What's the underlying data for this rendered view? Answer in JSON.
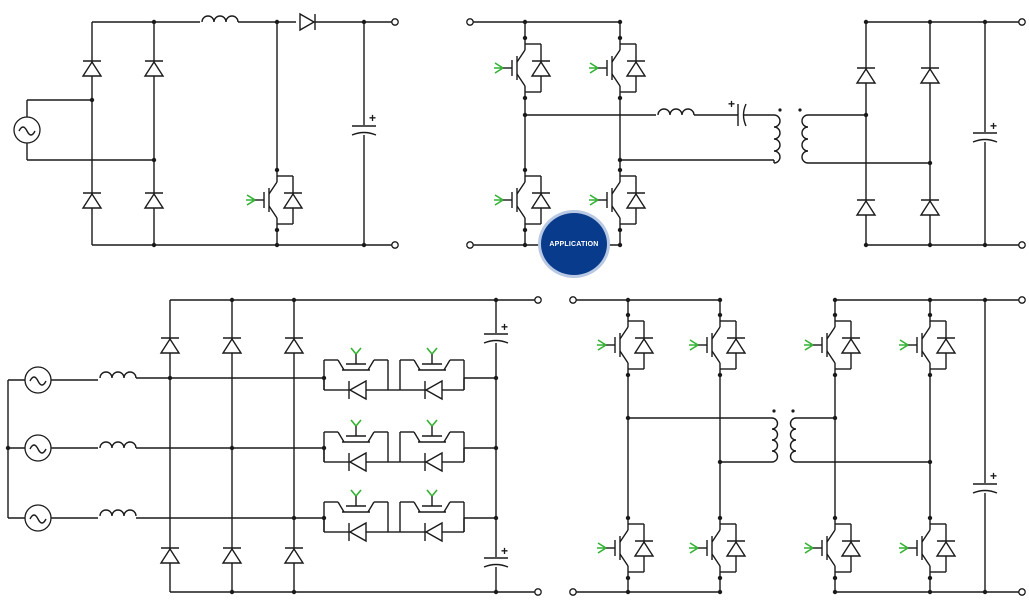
{
  "badge": {
    "label": "APPLICATION"
  },
  "colors": {
    "wire": "#1a1a1a",
    "gate": "#33b233",
    "badge": "#083b8c"
  },
  "capacitor_marker": "+",
  "circuits": [
    "single-phase-pfc-boost",
    "series-resonant-full-bridge-dc-dc",
    "three-phase-vienna-rectifier",
    "dual-active-bridge"
  ]
}
